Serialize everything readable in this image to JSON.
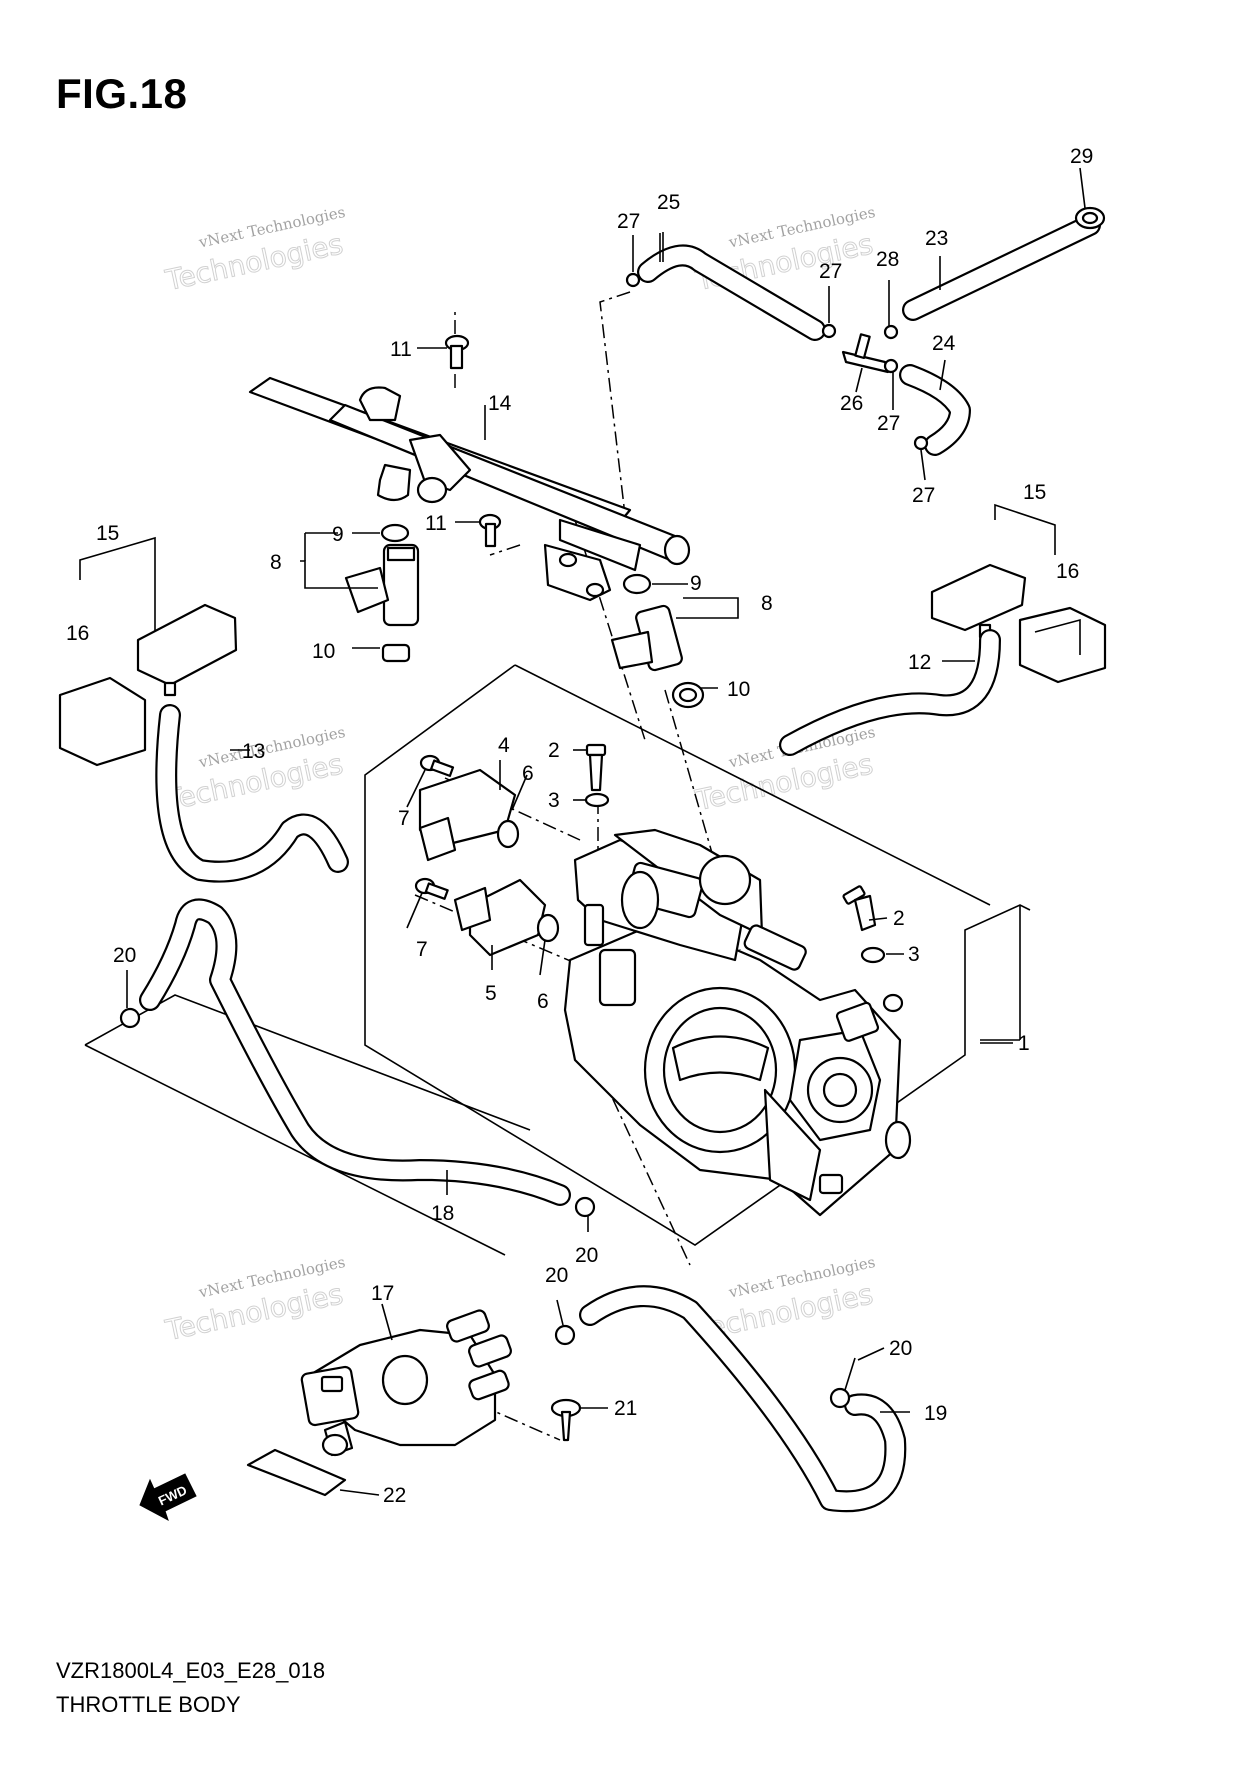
{
  "figure_title": "FIG.18",
  "footer": {
    "code": "VZR1800L4_E03_E28_018",
    "name": "THROTTLE BODY"
  },
  "watermark": {
    "line1": "vNext Technologies",
    "line2": "Technologies"
  },
  "fwd_label": "FWD",
  "callouts": {
    "c1": "1",
    "c2a": "2",
    "c2b": "2",
    "c3a": "3",
    "c3b": "3",
    "c4": "4",
    "c5": "5",
    "c6a": "6",
    "c6b": "6",
    "c7a": "7",
    "c7b": "7",
    "c8a": "8",
    "c8b": "8",
    "c9a": "9",
    "c9b": "9",
    "c10a": "10",
    "c10b": "10",
    "c11a": "11",
    "c11b": "11",
    "c12": "12",
    "c13": "13",
    "c14": "14",
    "c15a": "15",
    "c15b": "15",
    "c16a": "16",
    "c16b": "16",
    "c17": "17",
    "c18": "18",
    "c19": "19",
    "c20a": "20",
    "c20b": "20",
    "c20c": "20",
    "c20d": "20",
    "c21": "21",
    "c22": "22",
    "c23": "23",
    "c24": "24",
    "c25": "25",
    "c26": "26",
    "c27a": "27",
    "c27b": "27",
    "c27c": "27",
    "c27d": "27",
    "c28": "28",
    "c29": "29"
  }
}
